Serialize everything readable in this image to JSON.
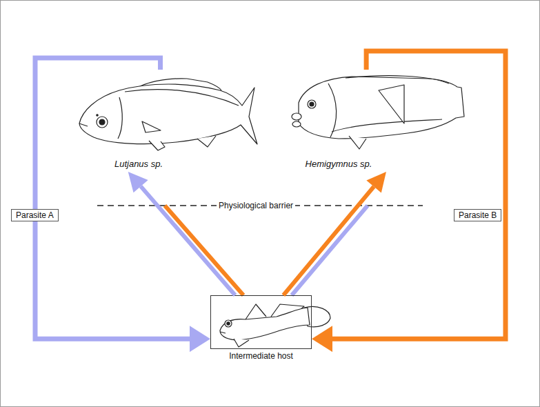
{
  "diagram": {
    "nodes": [
      {
        "text": [
          "Lutjanus sp."
        ]
      },
      {
        "text": [
          "Hemigymnus sp."
        ]
      },
      {
        "text": [
          "Intermediate host"
        ]
      }
    ],
    "edges": [
      {
        "from": 0,
        "to": 2,
        "arrow": "to",
        "label": "Parasite A"
      },
      {
        "from": 1,
        "to": 2,
        "arrow": "to",
        "label": "Parasite B"
      },
      {
        "from": 2,
        "to": 0,
        "arrow": "to"
      },
      {
        "from": 2,
        "to": 1,
        "arrow": "to"
      }
    ],
    "labels": [
      "Physiological barrier"
    ]
  }
}
